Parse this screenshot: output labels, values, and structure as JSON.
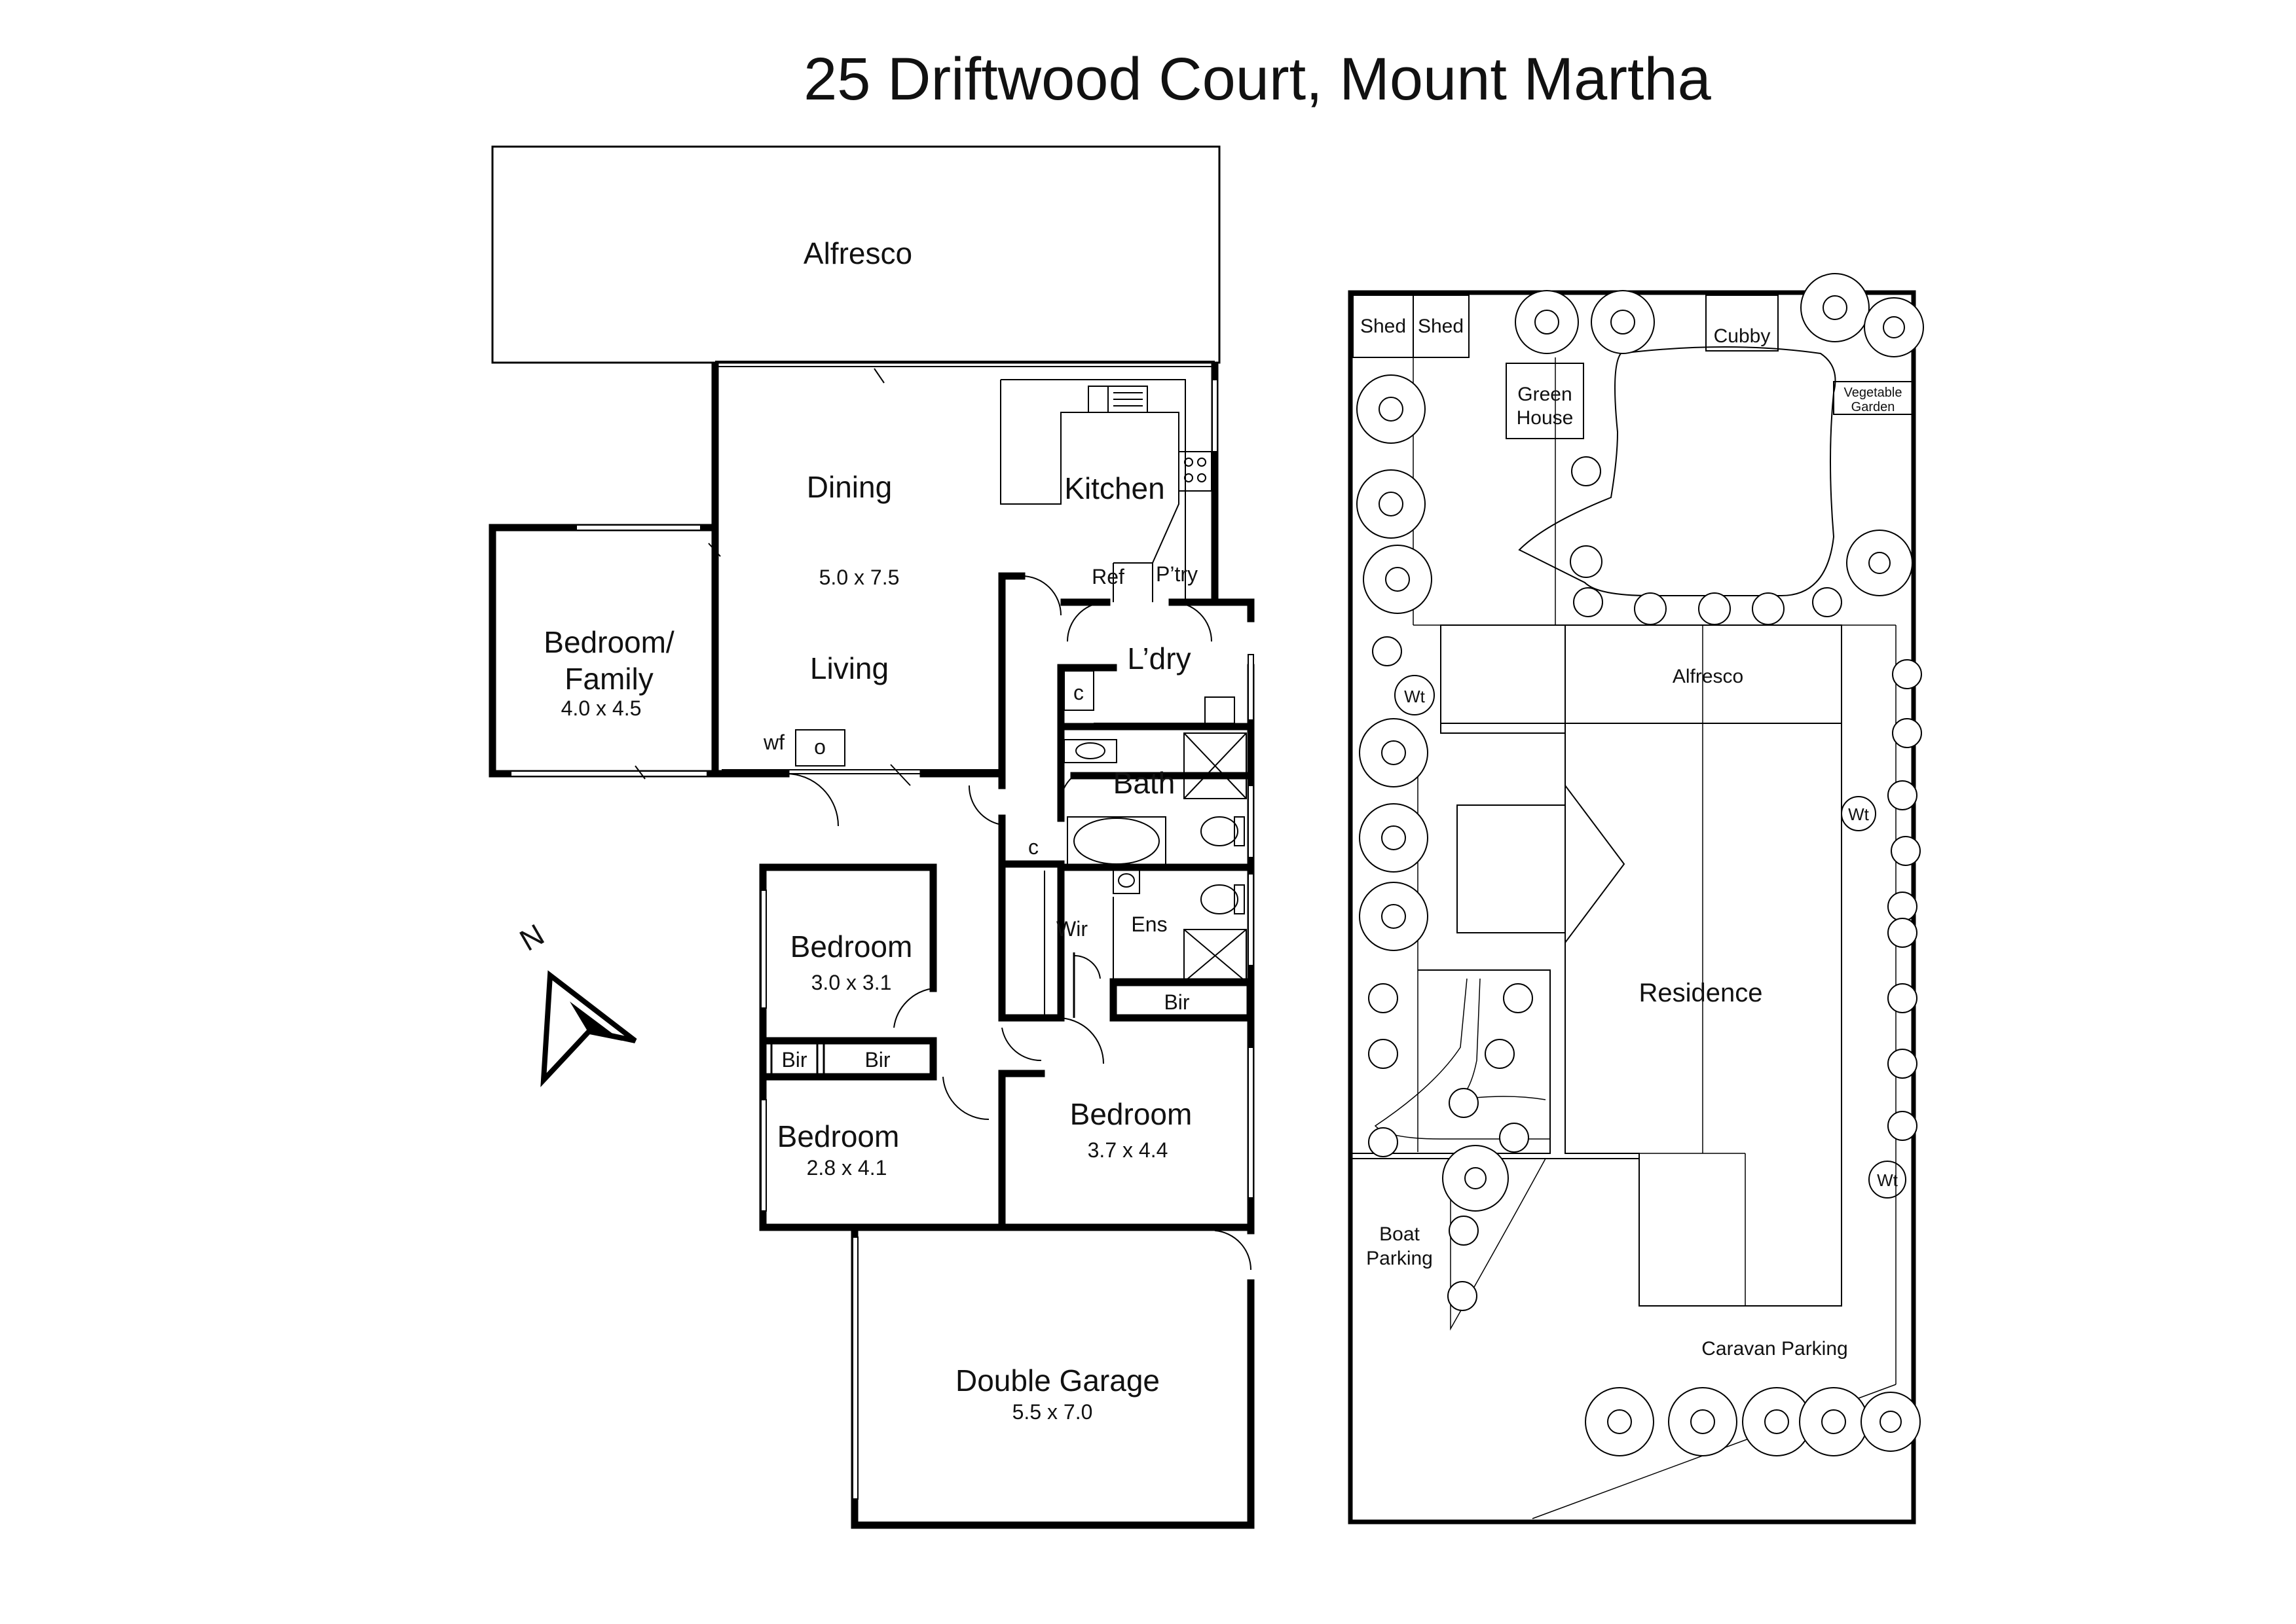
{
  "title": "25 Driftwood Court, Mount Martha",
  "floor_plan": {
    "rooms": {
      "alfresco": "Alfresco",
      "dining": "Dining",
      "dining_living_dim": "5.0 x 7.5",
      "living": "Living",
      "kitchen": "Kitchen",
      "ref": "Ref",
      "pantry": "P’try",
      "bedroom_family_line1": "Bedroom/",
      "bedroom_family_line2": "Family",
      "bedroom_family_dim": "4.0 x 4.5",
      "wood_fire": "wf",
      "laundry": "L’dry",
      "cupboard_1": "c",
      "cupboard_2": "c",
      "bath": "Bath",
      "wir": "Wir",
      "ensuite": "Ens",
      "bedroom_2": "Bedroom",
      "bedroom_2_dim": "3.0 x 3.1",
      "bir_1": "Bir",
      "bir_2": "Bir",
      "bir_3": "Bir",
      "bedroom_3": "Bedroom",
      "bedroom_3_dim": "2.8 x 4.1",
      "bedroom_main": "Bedroom",
      "bedroom_main_dim": "3.7 x 4.4",
      "garage": "Double Garage",
      "garage_dim": "5.5 x 7.0"
    },
    "compass_label": "N"
  },
  "site_plan": {
    "labels": {
      "shed_1": "Shed",
      "shed_2": "Shed",
      "green_house_line1": "Green",
      "green_house_line2": "House",
      "cubby": "Cubby",
      "vegetable_garden_line1": "Vegetable",
      "vegetable_garden_line2": "Garden",
      "alfresco": "Alfresco",
      "residence": "Residence",
      "water_tank_1": "Wt",
      "water_tank_2": "Wt",
      "water_tank_3": "Wt",
      "boat_parking_line1": "Boat",
      "boat_parking_line2": "Parking",
      "caravan_parking": "Caravan Parking"
    }
  }
}
